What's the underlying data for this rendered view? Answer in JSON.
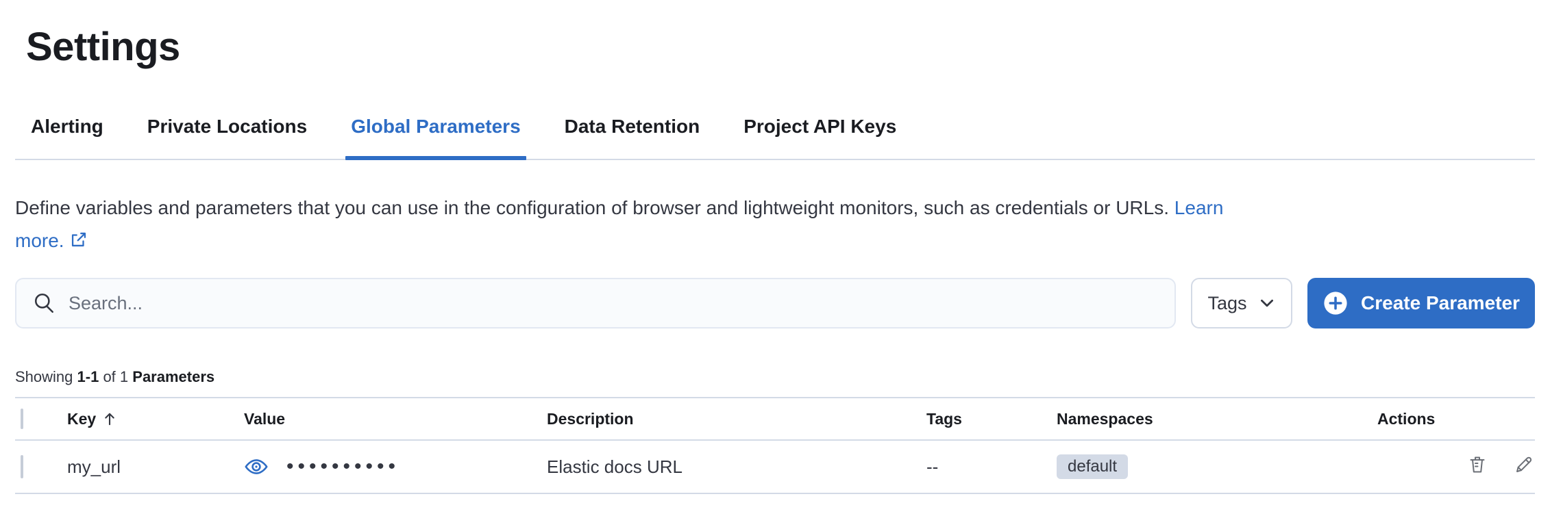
{
  "page": {
    "title": "Settings"
  },
  "tabs": [
    {
      "label": "Alerting",
      "active": false
    },
    {
      "label": "Private Locations",
      "active": false
    },
    {
      "label": "Global Parameters",
      "active": true
    },
    {
      "label": "Data Retention",
      "active": false
    },
    {
      "label": "Project API Keys",
      "active": false
    }
  ],
  "description": {
    "text": "Define variables and parameters that you can use in the configuration of browser and lightweight monitors, such as credentials or URLs.",
    "link_word1": "Learn",
    "link_word2": "more.",
    "link_icon": "external-link-icon"
  },
  "toolbar": {
    "search_placeholder": "Search...",
    "search_icon": "magnifier-icon",
    "tags_label": "Tags",
    "tags_icon": "chevron-down-icon",
    "create_label": "Create Parameter",
    "create_icon": "plus-in-circle-icon"
  },
  "summary": {
    "prefix": "Showing",
    "range": "1-1",
    "middle": "of 1",
    "label": "Parameters"
  },
  "table": {
    "columns": [
      "Key",
      "Value",
      "Description",
      "Tags",
      "Namespaces",
      "Actions"
    ],
    "sorted_column": "Key",
    "sort_direction": "ascending",
    "sort_icon": "sort-ascending-icon",
    "rows": [
      {
        "key": "my_url",
        "value_masked": "••••••••••",
        "value_hidden_icon": "eye-icon",
        "description": "Elastic docs URL",
        "tags": "--",
        "namespace": "default",
        "action_icons": [
          "trash-icon",
          "pencil-icon"
        ]
      }
    ]
  },
  "colors": {
    "accent_blue": "#2e6dc5",
    "badge_background": "#d3dae6",
    "border_gray": "#d3dae6"
  }
}
